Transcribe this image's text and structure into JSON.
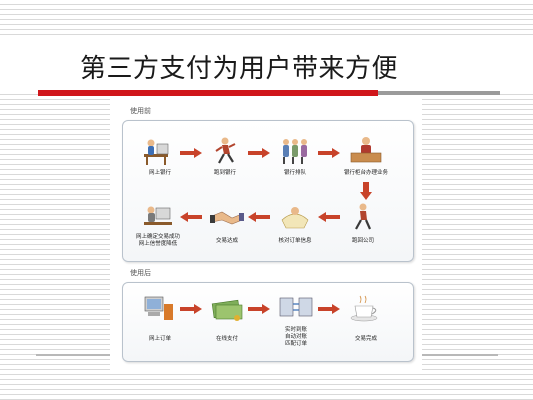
{
  "title": "第三方支付为用户带来方便",
  "before": {
    "label": "使用前",
    "row1": [
      "网上银行",
      "跑到银行",
      "银行排队",
      "银行柜台办理业务"
    ],
    "row2": [
      "网上确定交易成功\n网上信誉度降低",
      "交易达成",
      "核对订单信息",
      "跑回公司"
    ]
  },
  "after": {
    "label": "使用后",
    "nodes": [
      "网上订单",
      "在线支付",
      "实时到账\n自动对账\n匹配订单",
      "交易完成"
    ]
  },
  "colors": {
    "accent": "#d0161b",
    "arrow": "#c8432a",
    "panel_border": "#b9c2cc"
  }
}
